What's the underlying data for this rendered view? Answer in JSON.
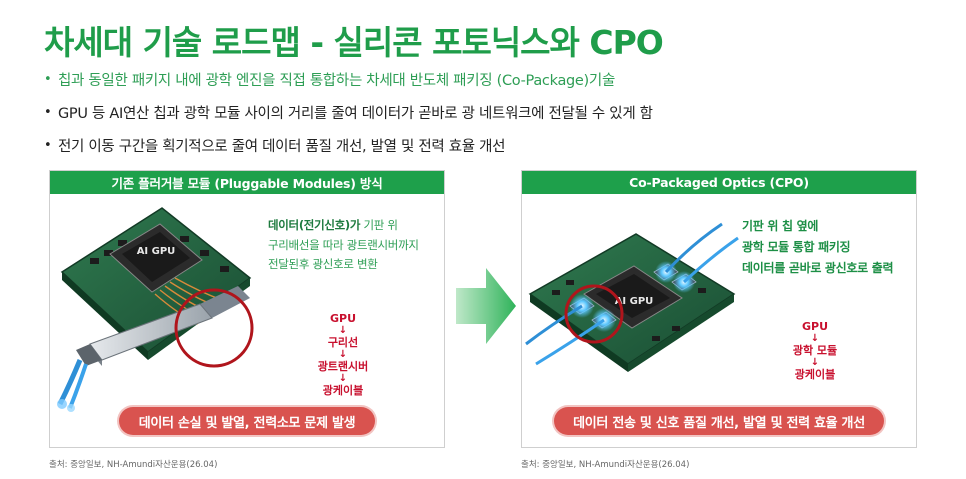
{
  "title": "차세대 기술 로드맵 - 실리콘 포토닉스와 CPO",
  "bullets": [
    "칩과 동일한 패키지 내에 광학 엔진을 직접 통합하는 차세대 반도체 패키징 (Co-Package)기술",
    "GPU 등 AI연산 칩과 광학 모듈 사이의 거리를 줄여 데이터가 곧바로 광 네트워크에 전달될 수 있게 함",
    "전기 이동 구간을 획기적으로 줄여 데이터 품질 개선, 발열 및 전력 효율 개선"
  ],
  "left_panel": {
    "header": "기존 플러거블 모듈 (Pluggable Modules) 방식",
    "chip_label": "AI GPU",
    "desc_bold": "데이터(전기신호)가",
    "desc_line1_rest": " 기판 위",
    "desc_line2": "구리배선을 따라 광트랜시버까지",
    "desc_line3": "전달된후 광신호로 변환",
    "flow": [
      "GPU",
      "구리선",
      "광트랜시버",
      "광케이블"
    ],
    "arrow_glyph": "↓",
    "pill": "데이터 손실 및 발열, 전력소모 문제 발생",
    "source": "출처: 중앙일보, NH-Amundi자산운용(26.04)"
  },
  "right_panel": {
    "header": "Co-Packaged Optics (CPO)",
    "chip_label": "AI GPU",
    "desc": [
      "기판 위 칩 옆에",
      "광학 모듈 통합 패키징",
      "데이터를 곧바로 광신호로 출력"
    ],
    "flow": [
      "GPU",
      "광학 모듈",
      "광케이블"
    ],
    "arrow_glyph": "↓",
    "pill": "데이터 전송 및 신호 품질 개선, 발열 및 전력 효율 개선",
    "source": "출처: 중앙일보, NH-Amundi자산운용(26.04)"
  },
  "colors": {
    "brand_green": "#1f9d4a",
    "alert_red": "#c8102e",
    "pill_red": "#d9534f"
  }
}
